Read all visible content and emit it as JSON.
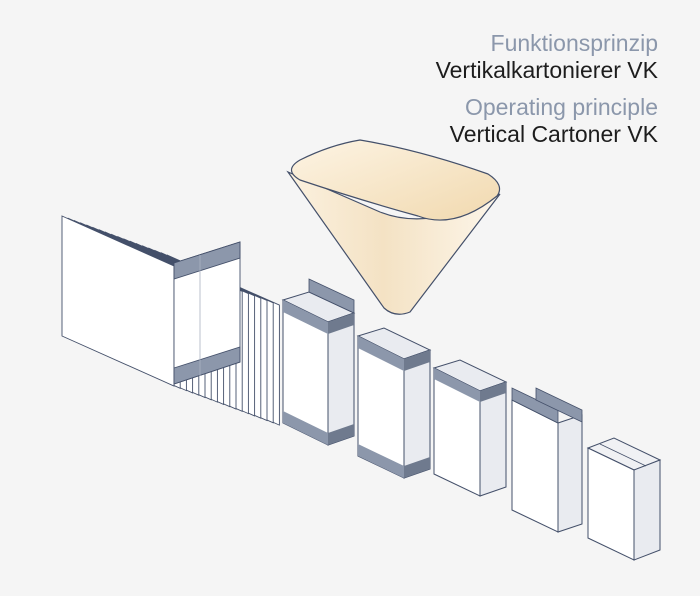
{
  "diagram": {
    "title_de_label": "Funktionsprinzip",
    "title_de_name": "Vertikalkartonierer VK",
    "title_en_label": "Operating principle",
    "title_en_name": "Vertical Cartoner VK"
  },
  "colors": {
    "background": "#f5f5f5",
    "carton_face": "#ffffff",
    "carton_side": "#e9ebf0",
    "band": "#8c97ab",
    "band_dark": "#6f7a8e",
    "outline": "#44506a",
    "hopper_light": "#fdf3e2",
    "hopper_dark": "#f0d8b0"
  }
}
